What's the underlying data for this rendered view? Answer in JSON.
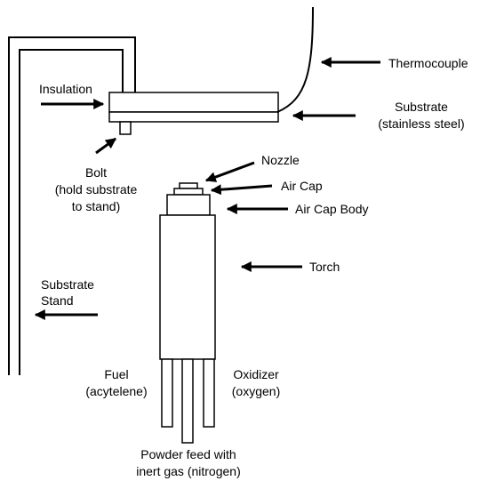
{
  "labels": {
    "thermocouple": "Thermocouple",
    "insulation": "Insulation",
    "substrate_line1": "Substrate",
    "substrate_line2": "(stainless steel)",
    "bolt_line1": "Bolt",
    "bolt_line2": "(hold substrate",
    "bolt_line3": "to stand)",
    "nozzle": "Nozzle",
    "air_cap": "Air Cap",
    "air_cap_body": "Air Cap Body",
    "torch": "Torch",
    "substrate_stand_line1": "Substrate",
    "substrate_stand_line2": "Stand",
    "fuel_line1": "Fuel",
    "fuel_line2": "(acytelene)",
    "oxidizer_line1": "Oxidizer",
    "oxidizer_line2": "(oxygen)",
    "powder_feed_line1": "Powder feed with",
    "powder_feed_line2": "inert gas (nitrogen)"
  },
  "colors": {
    "stroke": "#000000",
    "background": "#ffffff"
  }
}
